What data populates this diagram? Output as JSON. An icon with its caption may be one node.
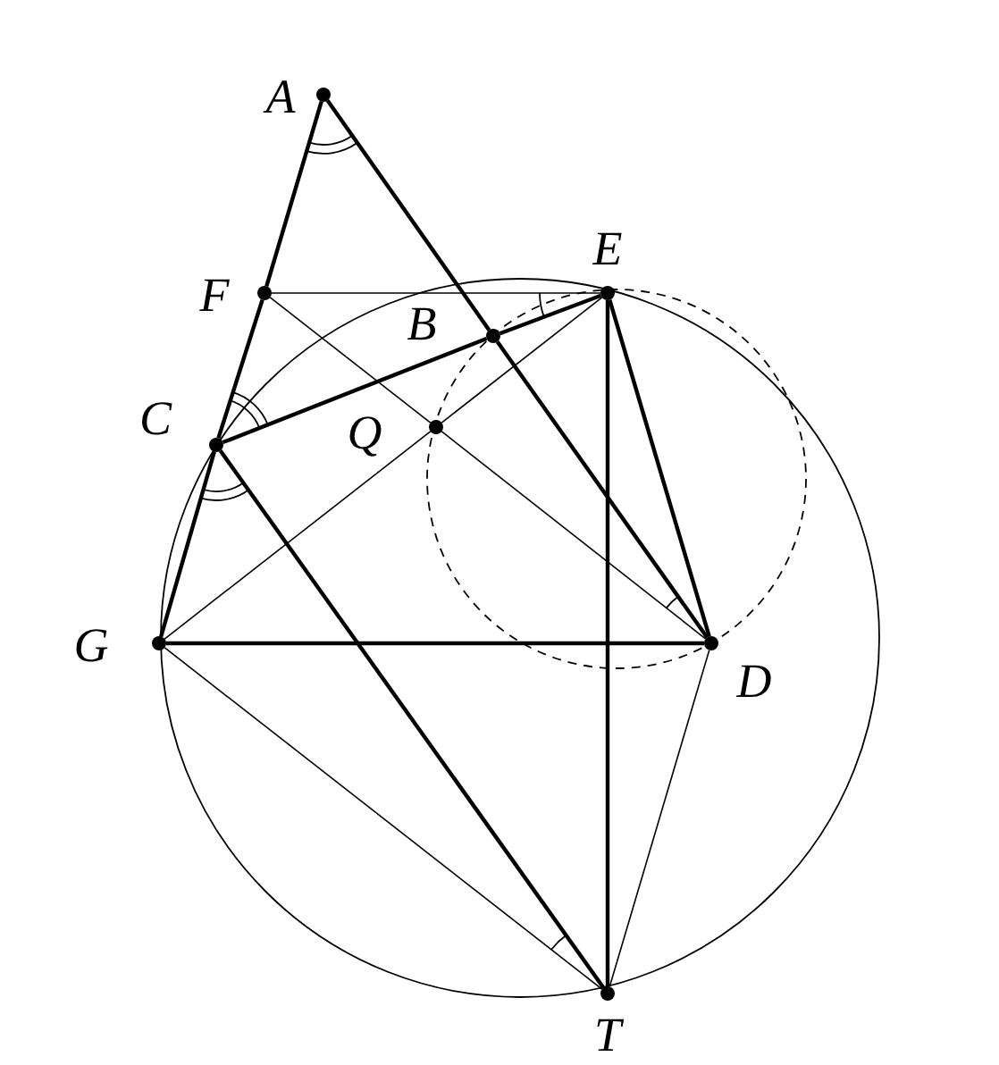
{
  "diagram": {
    "nodes": [
      {
        "text": [
          "A"
        ]
      },
      {
        "text": [
          "F"
        ]
      },
      {
        "text": [
          "C"
        ]
      },
      {
        "text": [
          "G"
        ]
      },
      {
        "text": [
          "B"
        ]
      },
      {
        "text": [
          "Q"
        ]
      },
      {
        "text": [
          "E"
        ]
      },
      {
        "text": [
          "D"
        ]
      },
      {
        "text": [
          "T"
        ]
      }
    ],
    "edges": [
      {
        "from": 0,
        "to": 1,
        "arrow": "none"
      },
      {
        "from": 1,
        "to": 2,
        "arrow": "none"
      },
      {
        "from": 2,
        "to": 3,
        "arrow": "none"
      },
      {
        "from": 0,
        "to": 4,
        "arrow": "none"
      },
      {
        "from": 4,
        "to": 7,
        "arrow": "none"
      },
      {
        "from": 2,
        "to": 4,
        "arrow": "none"
      },
      {
        "from": 4,
        "to": 6,
        "arrow": "none"
      },
      {
        "from": 6,
        "to": 7,
        "arrow": "none"
      },
      {
        "from": 3,
        "to": 7,
        "arrow": "none"
      },
      {
        "from": 6,
        "to": 8,
        "arrow": "none"
      },
      {
        "from": 2,
        "to": 8,
        "arrow": "none"
      },
      {
        "from": 1,
        "to": 6,
        "arrow": "none"
      },
      {
        "from": 1,
        "to": 5,
        "arrow": "none"
      },
      {
        "from": 5,
        "to": 7,
        "arrow": "none"
      },
      {
        "from": 3,
        "to": 5,
        "arrow": "none"
      },
      {
        "from": 5,
        "to": 6,
        "arrow": "none"
      },
      {
        "from": 3,
        "to": 8,
        "arrow": "none"
      },
      {
        "from": 7,
        "to": 8,
        "arrow": "none"
      }
    ]
  }
}
